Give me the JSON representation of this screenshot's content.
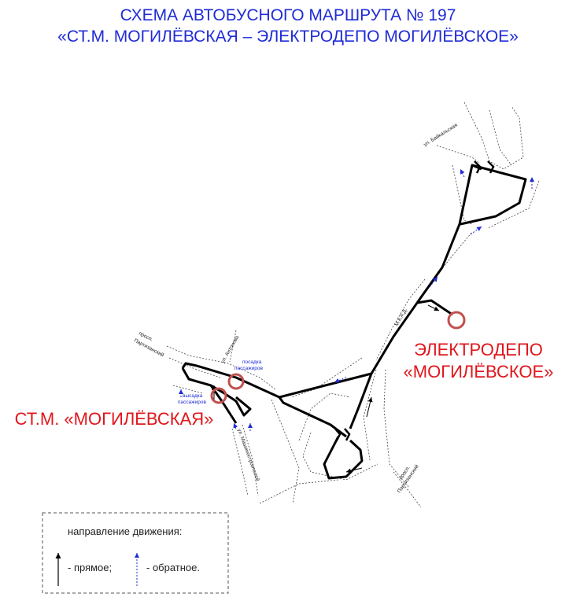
{
  "title": {
    "line1": "СХЕМА АВТОБУСНОГО МАРШРУТА № 197",
    "line2": "«СТ.М. МОГИЛЁВСКАЯ – ЭЛЕКТРОДЕПО МОГИЛЁВСКОЕ»"
  },
  "terminals": {
    "end": {
      "line1": "ЭЛЕКТРОДЕПО",
      "line2": "«МОГИЛЁВСКОЕ»"
    },
    "start": "СТ.М. «МОГИЛЁВСКАЯ»"
  },
  "streets": {
    "baikalskaya": "ул. Байкальская",
    "mkad": "М.К.А.Д.",
    "partizanskiy_left_1": "просп.",
    "partizanskiy_left_2": "Партизанский",
    "antonova": "ул. Антонова",
    "mashinostroiteley": "ул. Машиностроителей",
    "partizanskiy_right_1": "просп.",
    "partizanskiy_right_2": "Партизанский"
  },
  "stops": {
    "boarding_1": "посадка",
    "boarding_2": "пассажиров",
    "alighting_1": "высадка",
    "alighting_2": "пассажиров"
  },
  "legend": {
    "heading": "направление движения:",
    "forward": "- прямое;",
    "reverse": "- обратное."
  },
  "colors": {
    "title": "#1f2bd6",
    "terminal_text": "#e0161c",
    "terminal_ring": "#c0504d",
    "route": "#000000",
    "reverse_arrow": "#1f2bd6"
  }
}
